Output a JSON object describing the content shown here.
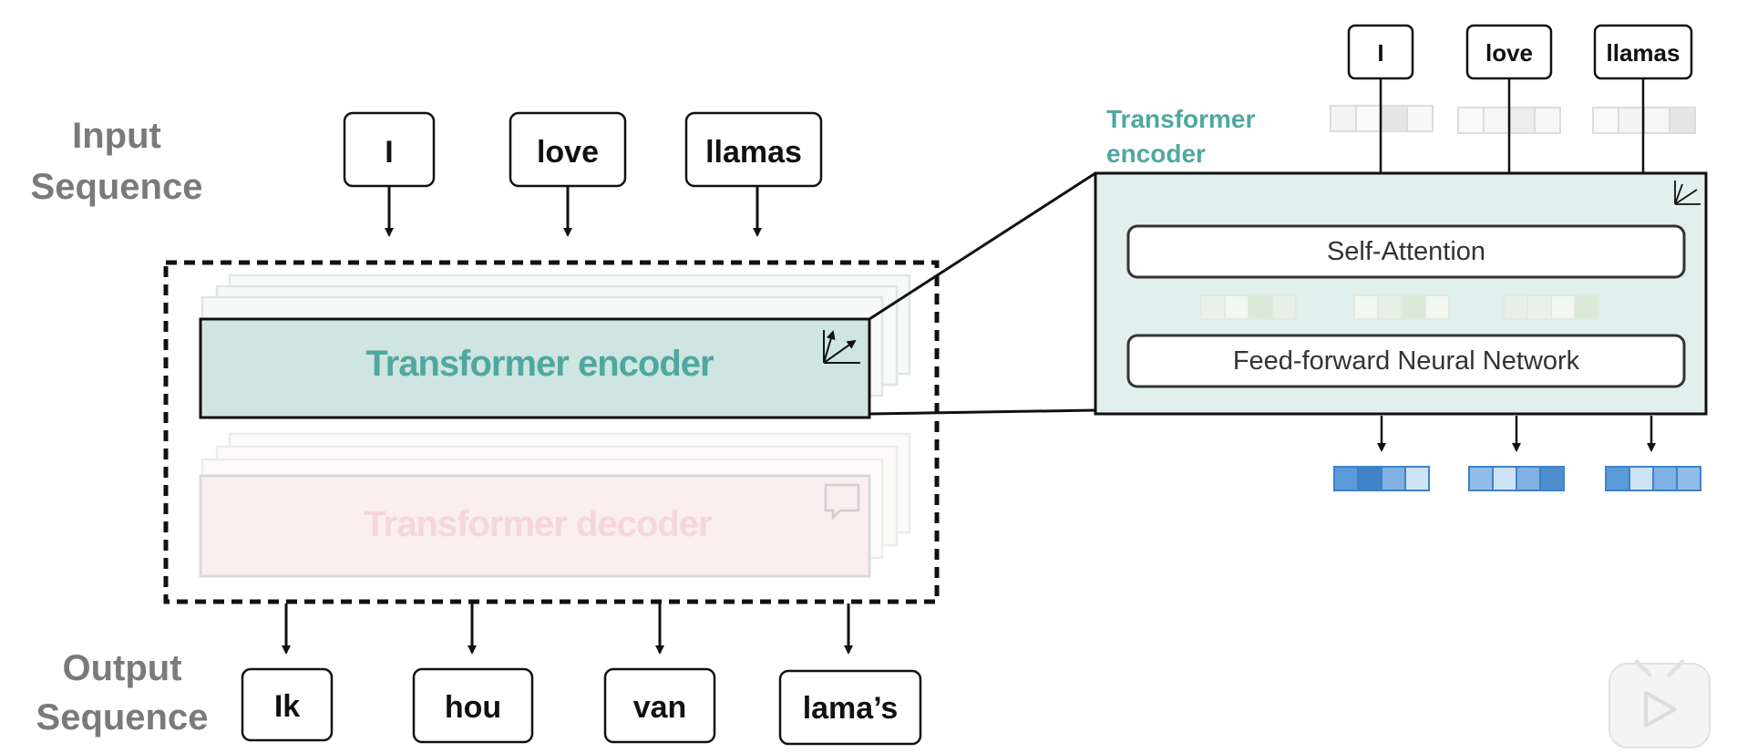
{
  "left": {
    "input_label": [
      "Input",
      "Sequence"
    ],
    "output_label": [
      "Output",
      "Sequence"
    ],
    "input_tokens": [
      "I",
      "love",
      "llamas"
    ],
    "output_tokens": [
      "Ik",
      "hou",
      "van",
      "lama’s"
    ],
    "encoder_label": "Transformer encoder",
    "decoder_label": "Transformer decoder"
  },
  "zoom": {
    "title": [
      "Transformer",
      "encoder"
    ],
    "top_tokens": [
      "I",
      "love",
      "llamas"
    ],
    "self_attention_label": "Self-Attention",
    "ffn_label": "Feed-forward Neural Network"
  },
  "colors": {
    "encoder_fill": "#cfe5e2",
    "encoder_text": "#4fa89f",
    "zoom_fill": "#e1efed",
    "decoder_fill": "#fbeef0",
    "decoder_text": "#f4d6dc",
    "output_vector_blue": "#4f8fd0",
    "gray_label": "#7a7a7a"
  },
  "icons": {
    "encoder_icon": "vector-arrows-icon",
    "decoder_icon": "speech-bubble-icon",
    "player_icon": "play-button-icon"
  }
}
